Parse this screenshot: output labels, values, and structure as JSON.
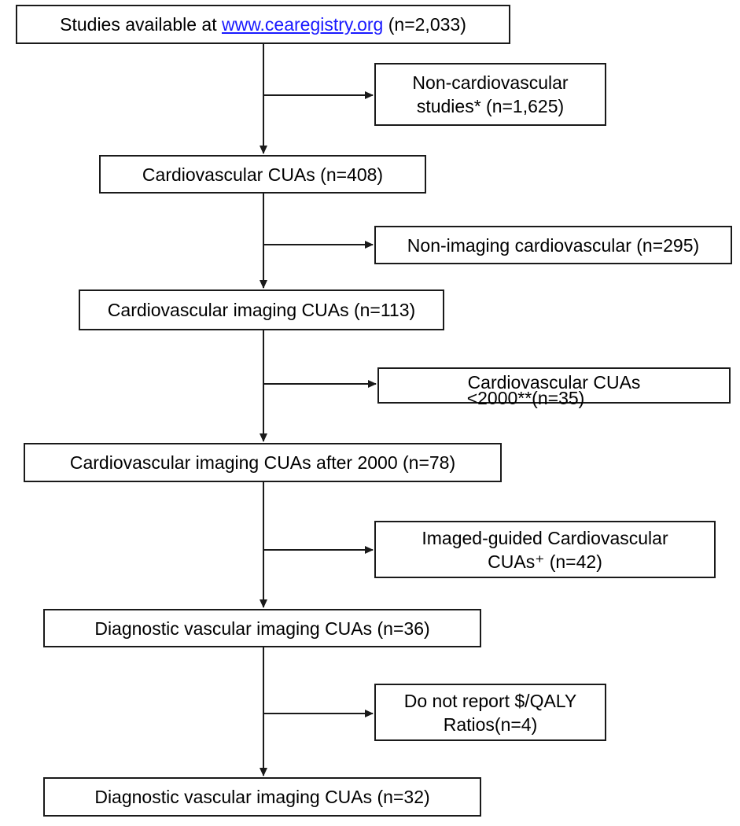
{
  "steps": {
    "s1": {
      "prefix": "Studies available at ",
      "link": "www.cearegistry.org",
      "suffix": " (n=2,033)"
    },
    "s2": "Cardiovascular CUAs (n=408)",
    "s3": "Cardiovascular imaging CUAs (n=113)",
    "s4": "Cardiovascular imaging CUAs after 2000 (n=78)",
    "s5": "Diagnostic vascular imaging CUAs (n=36)",
    "s6": "Diagnostic vascular imaging CUAs (n=32)"
  },
  "exclusions": {
    "e1": {
      "line1": "Non-cardiovascular",
      "line2": "studies* (n=1,625)"
    },
    "e2": {
      "line1": "Non-imaging cardiovascular (n=295)"
    },
    "e3": {
      "line1": "Cardiovascular CUAs",
      "line2": "<2000**(n=35)"
    },
    "e4": {
      "line1": "Imaged-guided  Cardiovascular",
      "line2": "CUAs⁺ (n=42)"
    },
    "e5": {
      "line1": "Do not report $/QALY",
      "line2": "Ratios(n=4)"
    }
  },
  "colors": {
    "line": "#1a1a1a",
    "link": "#1a1aff"
  }
}
